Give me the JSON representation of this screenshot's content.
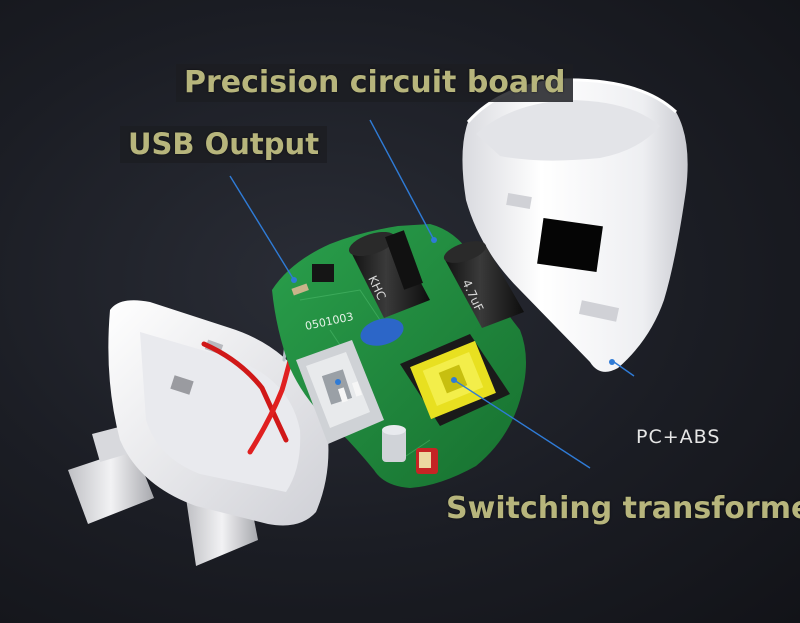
{
  "labels": {
    "circuit_board": "Precision circuit board",
    "usb_output": "USB Output",
    "housing_material": "PC+ABS",
    "transformer": "Switching transformer"
  },
  "components": {
    "capacitor_left_text": "KHC",
    "capacitor_right_text": "4.7uF",
    "board_code": "0501003"
  },
  "colors": {
    "label_text": "#b7b57c",
    "pointer_line": "#2f7bd6",
    "pcb_green": "#1f8a3e",
    "housing_white": "#f4f4f6",
    "transformer_yellow": "#e8e020"
  }
}
